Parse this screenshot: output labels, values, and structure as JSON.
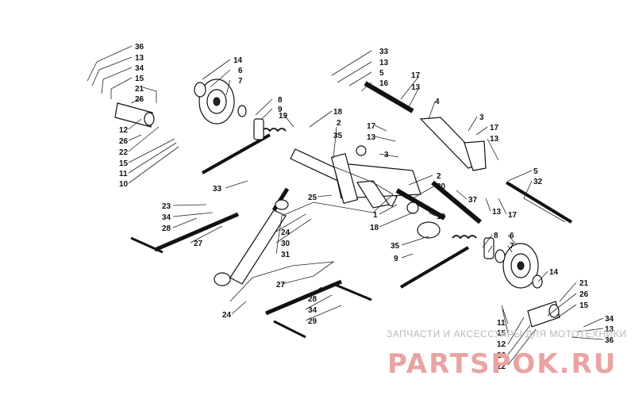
{
  "watermark": {
    "caption": "ЗАПЧАСТИ И АКСЕССУАРЫ ДЛЯ МОТОТЕХНИКИ",
    "logo": "PARTSPOK.RU"
  },
  "callouts": [
    {
      "id": "c36a",
      "text": "36"
    },
    {
      "id": "c13a",
      "text": "13"
    },
    {
      "id": "c34a",
      "text": "34"
    },
    {
      "id": "c15a",
      "text": "15"
    },
    {
      "id": "c21a",
      "text": "21"
    },
    {
      "id": "c26a",
      "text": "26"
    },
    {
      "id": "c12a",
      "text": "12"
    },
    {
      "id": "c26b",
      "text": "26"
    },
    {
      "id": "c22a",
      "text": "22"
    },
    {
      "id": "c15b",
      "text": "15"
    },
    {
      "id": "c11a",
      "text": "11"
    },
    {
      "id": "c10a",
      "text": "10"
    },
    {
      "id": "c14a",
      "text": "14"
    },
    {
      "id": "c6a",
      "text": "6"
    },
    {
      "id": "c7a",
      "text": "7"
    },
    {
      "id": "c8a",
      "text": "8"
    },
    {
      "id": "c9a",
      "text": "9"
    },
    {
      "id": "c19a",
      "text": "19"
    },
    {
      "id": "c18a",
      "text": "18"
    },
    {
      "id": "c2a",
      "text": "2"
    },
    {
      "id": "c35a",
      "text": "35"
    },
    {
      "id": "c33a",
      "text": "33"
    },
    {
      "id": "c13b",
      "text": "13"
    },
    {
      "id": "c5a",
      "text": "5"
    },
    {
      "id": "c16a",
      "text": "16"
    },
    {
      "id": "c17a",
      "text": "17"
    },
    {
      "id": "c13c",
      "text": "13"
    },
    {
      "id": "c4a",
      "text": "4"
    },
    {
      "id": "c3a",
      "text": "3"
    },
    {
      "id": "c17b",
      "text": "17"
    },
    {
      "id": "c13d",
      "text": "13"
    },
    {
      "id": "c17c",
      "text": "17"
    },
    {
      "id": "c13e",
      "text": "13"
    },
    {
      "id": "c3b",
      "text": "3"
    },
    {
      "id": "c5b",
      "text": "5"
    },
    {
      "id": "c32a",
      "text": "32"
    },
    {
      "id": "c2b",
      "text": "2"
    },
    {
      "id": "c20a",
      "text": "20"
    },
    {
      "id": "c37a",
      "text": "37"
    },
    {
      "id": "c13f",
      "text": "13"
    },
    {
      "id": "c17d",
      "text": "17"
    },
    {
      "id": "c33b",
      "text": "33"
    },
    {
      "id": "c25a",
      "text": "25"
    },
    {
      "id": "c1a",
      "text": "1"
    },
    {
      "id": "c18b",
      "text": "18"
    },
    {
      "id": "c19b",
      "text": "19"
    },
    {
      "id": "c23a",
      "text": "23"
    },
    {
      "id": "c34b",
      "text": "34"
    },
    {
      "id": "c28a",
      "text": "28"
    },
    {
      "id": "c27a",
      "text": "27"
    },
    {
      "id": "c24a",
      "text": "24"
    },
    {
      "id": "c30a",
      "text": "30"
    },
    {
      "id": "c31a",
      "text": "31"
    },
    {
      "id": "c35b",
      "text": "35"
    },
    {
      "id": "c9b",
      "text": "9"
    },
    {
      "id": "c8b",
      "text": "8"
    },
    {
      "id": "c6b",
      "text": "6"
    },
    {
      "id": "c7b",
      "text": "7"
    },
    {
      "id": "c14b",
      "text": "14"
    },
    {
      "id": "c21b",
      "text": "21"
    },
    {
      "id": "c26c",
      "text": "26"
    },
    {
      "id": "c15c",
      "text": "15"
    },
    {
      "id": "c11b",
      "text": "11"
    },
    {
      "id": "c15d",
      "text": "15"
    },
    {
      "id": "c12b",
      "text": "12"
    },
    {
      "id": "c26d",
      "text": "26"
    },
    {
      "id": "c22b",
      "text": "22"
    },
    {
      "id": "c34c",
      "text": "34"
    },
    {
      "id": "c13g",
      "text": "13"
    },
    {
      "id": "c36b",
      "text": "36"
    },
    {
      "id": "c27b",
      "text": "27"
    },
    {
      "id": "c28b",
      "text": "28"
    },
    {
      "id": "c34d",
      "text": "34"
    },
    {
      "id": "c29a",
      "text": "29"
    },
    {
      "id": "c24b",
      "text": "24"
    }
  ]
}
